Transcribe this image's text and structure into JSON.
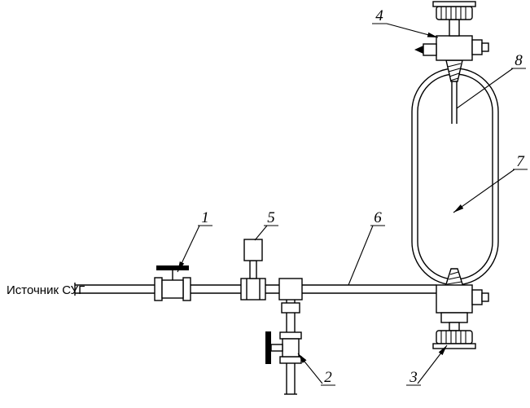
{
  "diagram": {
    "background": "#ffffff",
    "line_color": "#000000",
    "source_label": "Источник СУГ",
    "callouts": {
      "c1": "1",
      "c2": "2",
      "c3": "3",
      "c4": "4",
      "c5": "5",
      "c6": "6",
      "c7": "7",
      "c8": "8"
    }
  }
}
